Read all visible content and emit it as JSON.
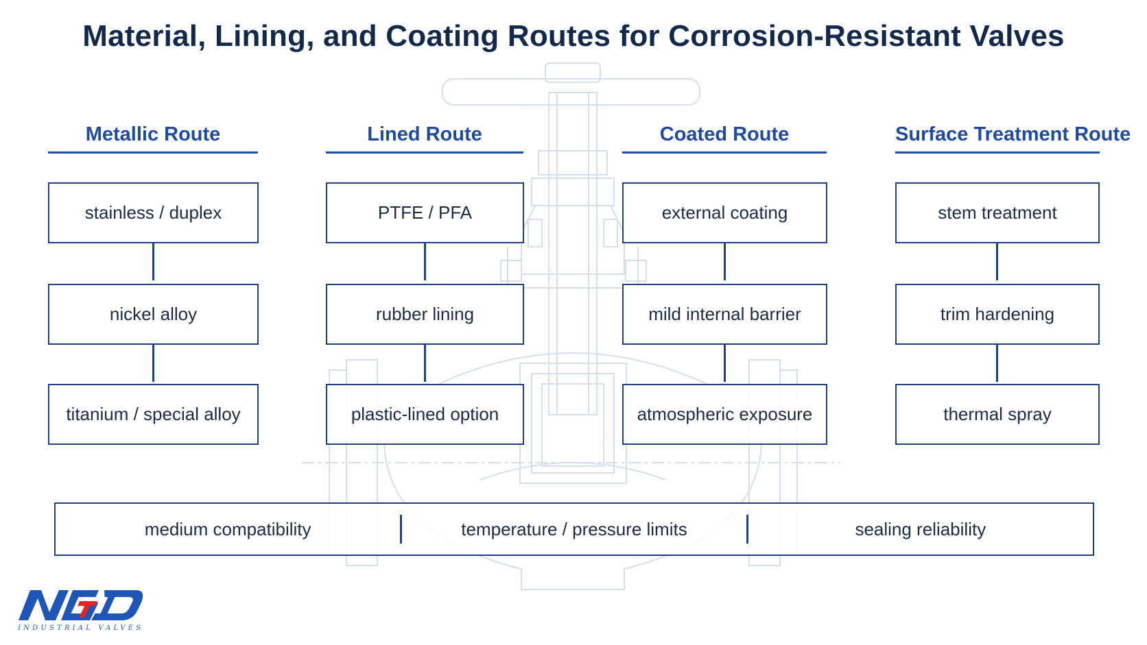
{
  "title": "Material, Lining, and Coating Routes for Corrosion-Resistant Valves",
  "routes": [
    {
      "heading": "Metallic Route",
      "steps": [
        "stainless / duplex",
        "nickel alloy",
        "titanium / special alloy"
      ]
    },
    {
      "heading": "Lined Route",
      "steps": [
        "PTFE / PFA",
        "rubber lining",
        "plastic-lined option"
      ]
    },
    {
      "heading": "Coated Route",
      "steps": [
        "external coating",
        "mild internal barrier",
        "atmospheric exposure"
      ]
    },
    {
      "heading": "Surface Treatment Route",
      "steps": [
        "stem treatment",
        "trim hardening",
        "thermal spray"
      ]
    }
  ],
  "criteria": [
    "medium compatibility",
    "temperature / pressure limits",
    "sealing reliability"
  ],
  "logo": {
    "brand": "NTGD",
    "tagline": "INDUSTRIAL VALVES",
    "blue": "#1e56b8",
    "red": "#e0262b"
  },
  "colors": {
    "accent": "#1f4aa0",
    "title": "#13294b",
    "border": "#1f3f87",
    "sketch": "#c9d3e6"
  }
}
